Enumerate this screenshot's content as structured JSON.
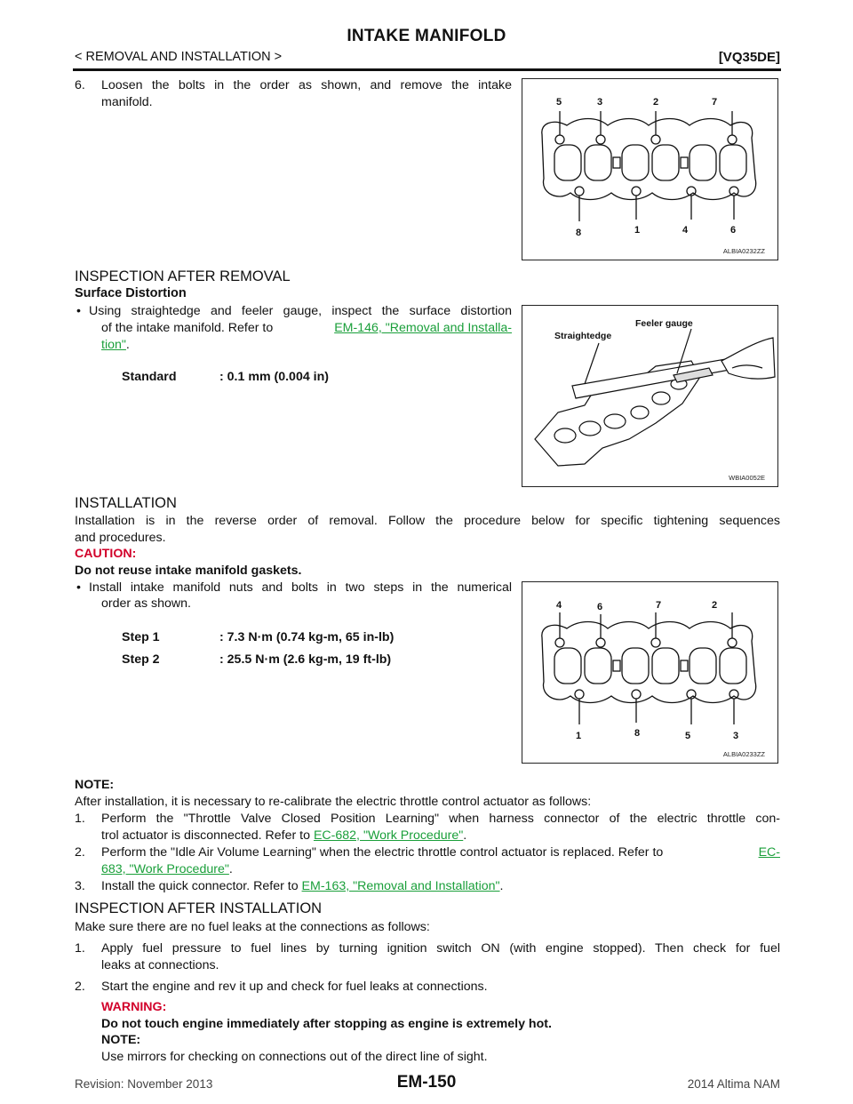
{
  "header": {
    "title": "INTAKE MANIFOLD",
    "section": "< REMOVAL AND INSTALLATION >",
    "engine": "[VQ35DE]"
  },
  "step6": {
    "num": "6.",
    "text1": "Loosen the bolts in the order as shown, and remove the intake",
    "text2": "manifold."
  },
  "fig1": {
    "id": "ALBIA0232ZZ",
    "top_labels": [
      "5",
      "3",
      "2",
      "7"
    ],
    "bottom_labels": [
      "8",
      "1",
      "4",
      "6"
    ]
  },
  "inspection_removal": {
    "heading": "INSPECTION AFTER REMOVAL",
    "subheading": "Surface Distortion",
    "bullet_line1": "Using straightedge and feeler gauge, inspect the surface distortion",
    "bullet_line2_pre": "of the intake manifold. Refer to ",
    "link_part1": "EM-146, \"Removal and Installa-",
    "link_part2": "tion\"",
    "period": ".",
    "spec_label": "Standard",
    "spec_value": ": 0.1 mm (0.004 in)"
  },
  "fig2": {
    "id": "WBIA0052E",
    "label_straightedge": "Straightedge",
    "label_feeler": "Feeler gauge"
  },
  "installation": {
    "heading": "INSTALLATION",
    "para_line1": "Installation is in the reverse order of removal. Follow the procedure below for specific tightening sequences",
    "para_line2": "and procedures.",
    "caution_label": "CAUTION:",
    "caution_text": "Do not reuse intake manifold gaskets.",
    "bullet_line1": "Install intake manifold nuts and bolts in two steps in the numerical",
    "bullet_line2": "order as shown.",
    "step1_label": "Step 1",
    "step1_value": ": 7.3 N·m (0.74 kg-m, 65 in-lb)",
    "step2_label": "Step 2",
    "step2_value": ": 25.5 N·m (2.6 kg-m, 19 ft-lb)"
  },
  "fig3": {
    "id": "ALBIA0233ZZ",
    "top_labels": [
      "4",
      "6",
      "7",
      "2"
    ],
    "bottom_labels": [
      "1",
      "8",
      "5",
      "3"
    ]
  },
  "note": {
    "label": "NOTE:",
    "intro": "After installation, it is necessary to re-calibrate the electric throttle control actuator as follows:",
    "items": [
      {
        "num": "1.",
        "line1": "Perform the \"Throttle Valve Closed Position Learning\" when harness connector of the electric throttle con-",
        "line2_pre": "trol actuator is disconnected. Refer to ",
        "link": "EC-682, \"Work Procedure\"",
        "post": "."
      },
      {
        "num": "2.",
        "line1_pre": "Perform the \"Idle Air Volume Learning\" when the electric throttle control actuator is replaced. Refer to ",
        "link1": "EC-",
        "link2": "683, \"Work Procedure\"",
        "post": "."
      },
      {
        "num": "3.",
        "pre": "Install the quick connector. Refer to ",
        "link": "EM-163, \"Removal and Installation\"",
        "post": "."
      }
    ]
  },
  "inspection_install": {
    "heading": "INSPECTION AFTER INSTALLATION",
    "intro": "Make sure there are no fuel leaks at the connections as follows:",
    "item1_num": "1.",
    "item1_line1": "Apply fuel pressure to fuel lines by turning ignition switch ON (with engine stopped). Then check for fuel",
    "item1_line2": "leaks at connections.",
    "item2_num": "2.",
    "item2_line1": "Start the engine and rev it up and check for fuel leaks at connections.",
    "warning_label": "WARNING:",
    "warning_text": "Do not touch engine immediately after stopping as engine is extremely hot.",
    "note_label": "NOTE:",
    "note_text": "Use mirrors for checking on connections out of the direct line of sight."
  },
  "footer": {
    "revision": "Revision: November 2013",
    "page": "EM-150",
    "model": "2014 Altima NAM"
  }
}
